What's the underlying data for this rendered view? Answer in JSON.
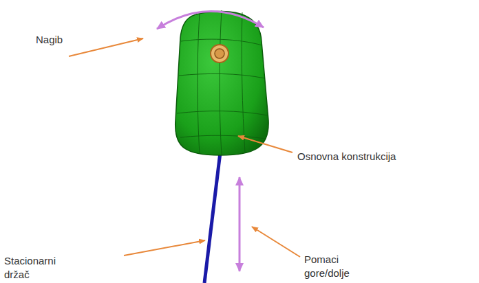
{
  "diagram": {
    "labels": [
      "Nagib",
      "Osnovna konstrukcija",
      "Stacionarni držač",
      "Pomaci gore/dolje"
    ]
  }
}
